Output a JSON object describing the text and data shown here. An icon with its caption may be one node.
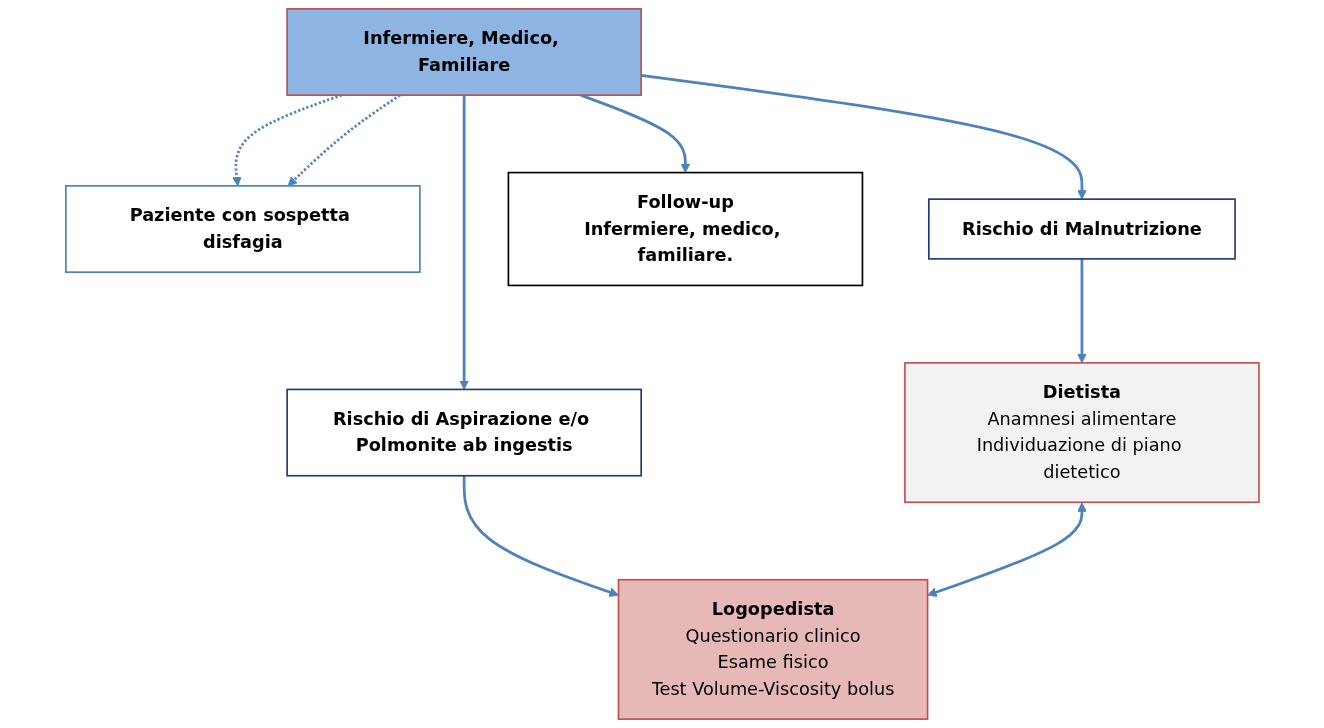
{
  "diagram": {
    "nodes": [
      {
        "text": [
          "Paziente con sospetta disfagia"
        ]
      },
      {
        "text": [
          "Infermiere, Medico, Familiare"
        ]
      },
      {
        "text": [
          "Rischio di Malnutrizione"
        ]
      },
      {
        "text": [
          "Rischio di Aspirazione e/o Polmonite ab ingestis"
        ]
      },
      {
        "text": [
          "Dietista",
          "Anamnesi alimentare",
          "Individuazione di piano dietetico"
        ]
      },
      {
        "text": [
          "Logopedista",
          "Questionario clinico",
          "Esame fisico",
          "Test Volume-Viscosity bolus"
        ]
      },
      {
        "text": [
          "Follow-up",
          "Infermiere, medico, familiare."
        ]
      }
    ],
    "edges": [
      {
        "from": 1,
        "to": 0,
        "arrow": "to",
        "style": "dashed"
      },
      {
        "from": 1,
        "to": 0,
        "arrow": "to",
        "style": "dashed"
      },
      {
        "from": 1,
        "to": 2,
        "arrow": "to"
      },
      {
        "from": 1,
        "to": 3,
        "arrow": "to"
      },
      {
        "from": 1,
        "to": 6,
        "arrow": "to"
      },
      {
        "from": 2,
        "to": 4,
        "arrow": "to"
      },
      {
        "from": 3,
        "to": 5,
        "arrow": "to"
      },
      {
        "from": 4,
        "to": 5,
        "arrow": "both"
      }
    ]
  }
}
